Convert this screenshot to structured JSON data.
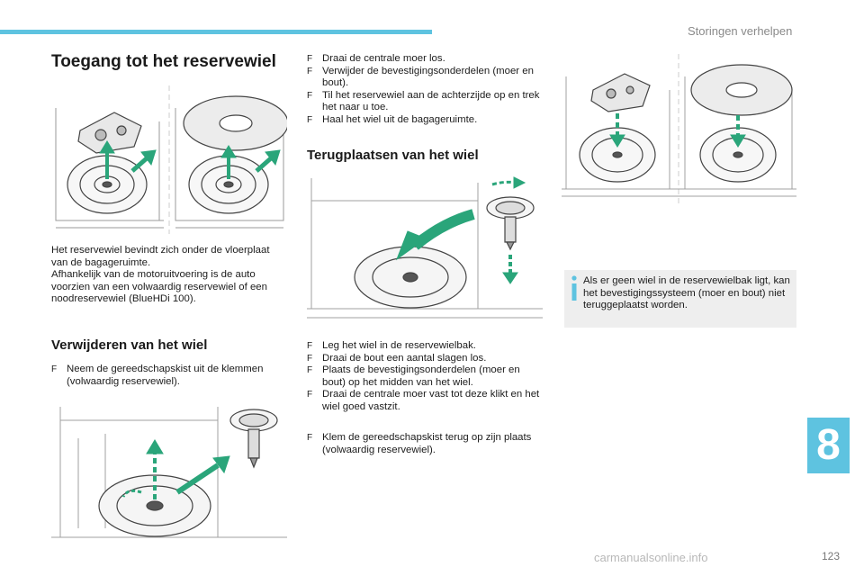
{
  "header": {
    "section": "Storingen verhelpen",
    "chapter_number": "8",
    "page_number": "123"
  },
  "title": "Toegang tot het reservewiel",
  "intro": "Het reservewiel bevindt zich onder de vloerplaat van de bagageruimte.\nAfhankelijk van de motoruitvoering is de auto voorzien van een volwaardig reservewiel of een noodreservewiel (BlueHDi 100).",
  "remove": {
    "heading": "Verwijderen van het wiel",
    "steps": [
      "Neem de gereedschapskist uit de klemmen (volwaardig reservewiel)."
    ],
    "steps_cont": [
      "Draai de centrale moer los.",
      "Verwijder de bevestigingsonderdelen (moer en bout).",
      "Til het reservewiel aan de achterzijde op en trek het naar u toe.",
      "Haal het wiel uit de bagageruimte."
    ]
  },
  "refit": {
    "heading": "Terugplaatsen van het wiel",
    "steps": [
      "Leg het wiel in de reservewielbak.",
      "Draai de bout een aantal slagen los.",
      "Plaats de bevestigingsonderdelen (moer en bout) op het midden van het wiel.",
      "Draai de centrale moer vast tot deze klikt en het wiel goed vastzit."
    ],
    "final_step": "Klem de gereedschapskist terug op zijn plaats (volwaardig reservewiel)."
  },
  "info_note": "Als er geen wiel in de reservewielbak ligt, kan het bevestigingssysteem (moer en bout) niet teruggeplaatst worden.",
  "watermark": "carmanualsonline.info",
  "colors": {
    "accent": "#5ec3e0",
    "arrow": "#2aa57a",
    "info_bg": "#eeeeee",
    "info_icon": "#5ec3e0"
  }
}
